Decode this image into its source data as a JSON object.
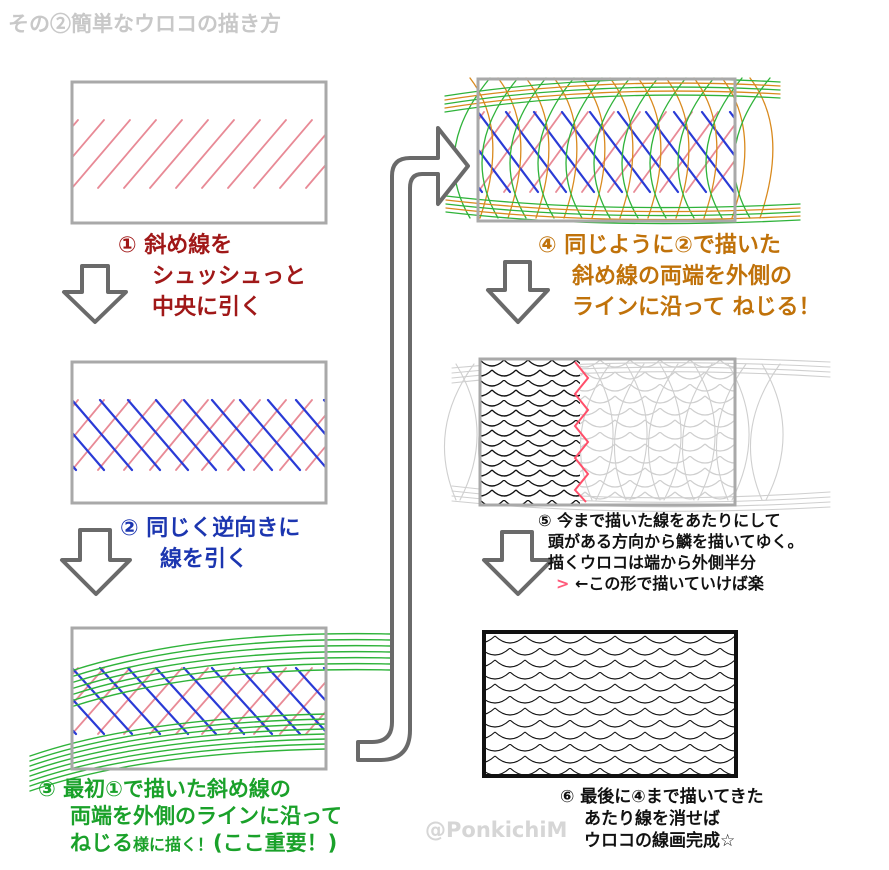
{
  "title": "その②簡単なウロコの描き方",
  "steps": {
    "s1": [
      "① 斜め線を",
      "シュッシュっと",
      "中央に引く"
    ],
    "s2": [
      "② 同じく逆向きに",
      "線を引く"
    ],
    "s3": {
      "line1": "③ 最初①で描いた斜め線の",
      "line2": "両端を外側のラインに沿って",
      "line3a": "ねじる",
      "line3b": "様に描く！",
      "line3c": "(ここ重要！)"
    },
    "s4": [
      "④ 同じように②で描いた",
      "斜め線の両端を外側の",
      "ラインに沿って ねじる！"
    ],
    "s5": {
      "line1": "⑤  今まで描いた線をあたりにして",
      "line2": "頭がある方向から鱗を描いてゆく。",
      "line3": "描くウロコは端から外側半分",
      "mark": ">",
      "line4": " ←この形で描いていけば楽"
    },
    "s6": [
      "⑥  最後に④まで描いてきた",
      "あたり線を消せば",
      "ウロコの線画完成☆"
    ]
  },
  "watermark": "@PonkichiM",
  "colors": {
    "pink": "#e88a96",
    "blue": "#2a3bd6",
    "green": "#2fb33a",
    "orange": "#d98a1e",
    "frame": "#a9a9a9",
    "black": "#111111",
    "lightgray": "#cfcfcf"
  }
}
